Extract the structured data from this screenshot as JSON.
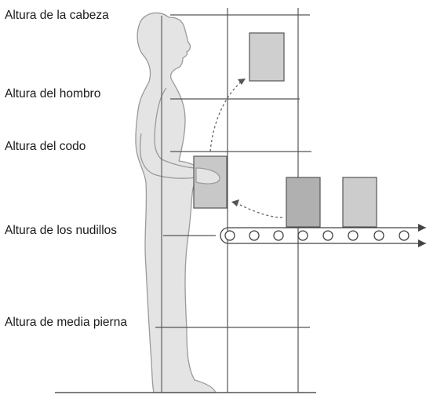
{
  "labels": {
    "head": "Altura de la cabeza",
    "shoulder": "Altura del hombro",
    "elbow": "Altura del codo",
    "knuckle": "Altura de los nudillos",
    "mid_leg": "Altura de media pierna"
  },
  "colors": {
    "line": "#555555",
    "figure_fill": "#e4e4e4",
    "figure_stroke": "#9a9a9a",
    "box_fill": "#c8c8c8",
    "box_fill_dark": "#b0b0b0",
    "box_stroke": "#555555"
  }
}
